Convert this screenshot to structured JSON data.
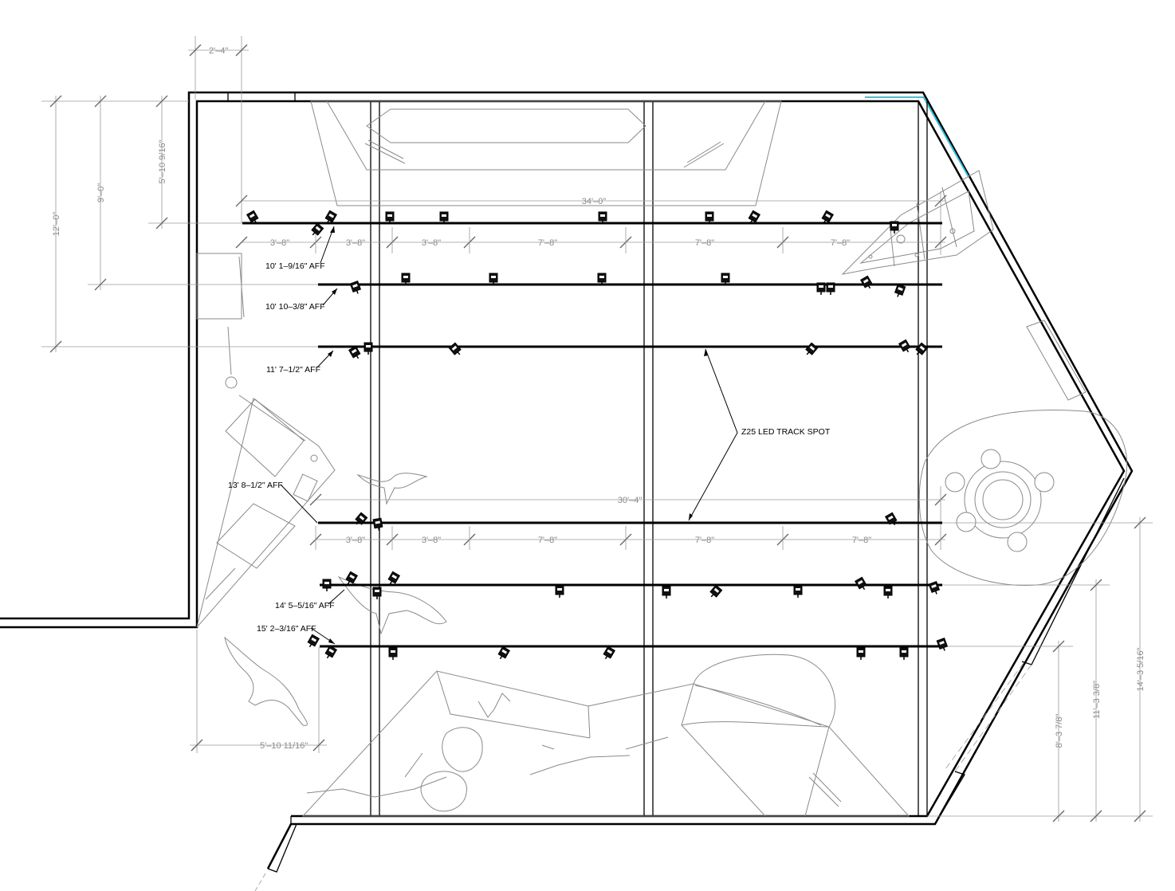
{
  "drawing": {
    "overall_width_top": "34'–0\"",
    "overall_width_mid": "30'–4\"",
    "top_left_offset": "2'–4\"",
    "left_dims": [
      {
        "name": "left-dim-12",
        "text": "12'–0\""
      },
      {
        "name": "left-dim-9",
        "text": "9'–0\""
      },
      {
        "name": "left-dim-5",
        "text": "5'–10 9/16\""
      }
    ],
    "top_spacings": [
      "3'–8\"",
      "3'–8\"",
      "3'–8\"",
      "7'–8\"",
      "7'–8\"",
      "7'–8\""
    ],
    "mid_spacings": [
      "3'–8\"",
      "3'–8\"",
      "7'–8\"",
      "7'–8\"",
      "7'–8\""
    ],
    "bottom_left_dim": "5'–10 11/16\"",
    "right_dims": [
      {
        "name": "right-dim-8",
        "text": "8'–3 7/8\""
      },
      {
        "name": "right-dim-11",
        "text": "11'–3 3/8\""
      },
      {
        "name": "right-dim-14",
        "text": "14'–3 5/16\""
      }
    ],
    "track_labels": [
      {
        "name": "track-label-1",
        "text": "10' 1–9/16\" AFF"
      },
      {
        "name": "track-label-2",
        "text": "10' 10–3/8\" AFF"
      },
      {
        "name": "track-label-3",
        "text": "11' 7–1/2\" AFF"
      },
      {
        "name": "track-label-4",
        "text": "13' 8–1/2\" AFF"
      },
      {
        "name": "track-label-5",
        "text": "14' 5–5/16\" AFF"
      },
      {
        "name": "track-label-6",
        "text": "15' 2–3/16\" AFF"
      }
    ],
    "callout": "Z25 LED TRACK SPOT",
    "accent_color": "#35c4e0"
  }
}
